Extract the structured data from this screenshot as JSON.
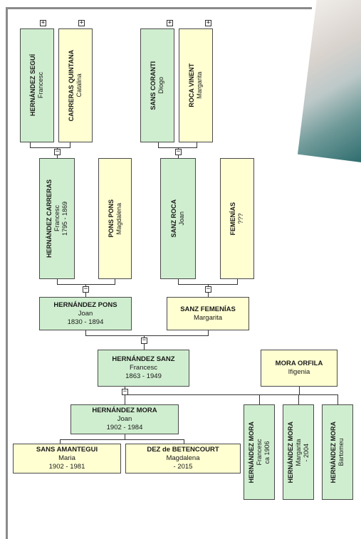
{
  "toggles": {
    "plus": "+",
    "minus": "−"
  },
  "gen1": [
    {
      "name": "HERNÁNDEZ SEGUÍ",
      "given": "Francesc"
    },
    {
      "name": "CARRERAS QUINTANA",
      "given": "Catalina"
    },
    {
      "name": "SANS CORANTI",
      "given": "Diogo"
    },
    {
      "name": "ROCA VINENT",
      "given": "Margarita"
    }
  ],
  "gen2": [
    {
      "name": "HERNÁNDEZ CARRERAS",
      "given": "Francesc",
      "dates": "1795 - 1869"
    },
    {
      "name": "PONS PONS",
      "given": "Magdalena"
    },
    {
      "name": "SANZ ROCA",
      "given": "Joan"
    },
    {
      "name": "FEMENÍAS",
      "given": "???"
    }
  ],
  "gen3": [
    {
      "name": "HERNÁNDEZ PONS",
      "given": "Joan",
      "dates": "1830 - 1894"
    },
    {
      "name": "SANZ FEMENÍAS",
      "given": "Margarita"
    }
  ],
  "gen4": [
    {
      "name": "HERNÁNDEZ SANZ",
      "given": "Francesc",
      "dates": "1863 - 1949"
    },
    {
      "name": "MORA ORFILA",
      "given": "Ifigenia"
    }
  ],
  "gen5": [
    {
      "name": "HERNÁNDEZ MORA",
      "given": "Joan",
      "dates": "1902 - 1984"
    },
    {
      "name": "HERNÁNDEZ MORA",
      "given": "Francesc",
      "dates": "ca 1906"
    },
    {
      "name": "HERNÁNDEZ MORA",
      "given": "Margarita",
      "dates": "- 2004"
    },
    {
      "name": "HERNÁNDEZ MORA",
      "given": "Bartomeu"
    }
  ],
  "spouses": [
    {
      "name": "SANS AMANTEGUI",
      "given": "Maria",
      "dates": "1902 - 1981"
    },
    {
      "name": "DEZ de BETENCOURT",
      "given": "Magdalena",
      "dates": "- 2015"
    }
  ]
}
